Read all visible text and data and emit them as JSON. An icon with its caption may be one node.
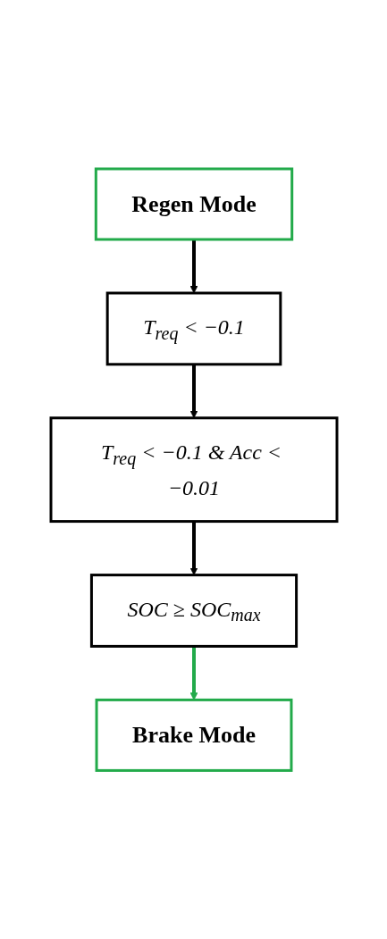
{
  "diagram": {
    "nodes": [
      {
        "text": [
          "Regen Mode"
        ]
      },
      {
        "text": [
          "T$_{req}$ < −0.1"
        ]
      },
      {
        "text": [
          "T$_{req}$ < −0.1 & Acc < −0.01"
        ]
      },
      {
        "text": [
          "SOC ≥ SOC$_{max}$"
        ]
      },
      {
        "text": [
          "Brake Mode"
        ]
      }
    ],
    "edges": [
      {
        "from": 0,
        "to": 1,
        "arrow": "to"
      },
      {
        "from": 1,
        "to": 2,
        "arrow": "to"
      },
      {
        "from": 2,
        "to": 3,
        "arrow": "to"
      },
      {
        "from": 3,
        "to": 4,
        "arrow": "to",
        "color": "#22aa4a"
      }
    ]
  }
}
